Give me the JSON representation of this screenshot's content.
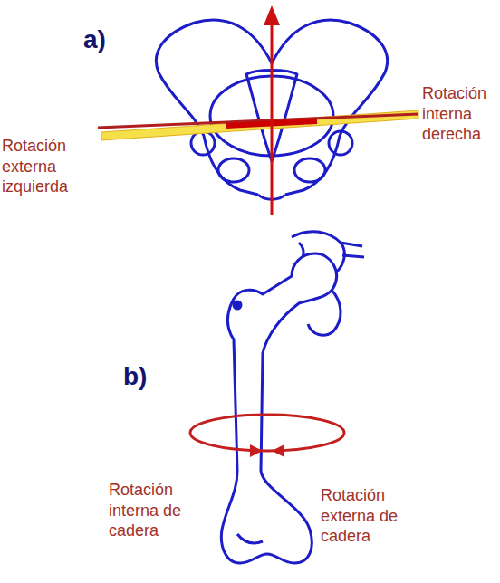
{
  "diagram": {
    "labels": [
      "a)",
      "Rotación externa izquierda",
      "Rotación interna derecha",
      "b)",
      "Rotación interna de cadera",
      "Rotación externa de cadera"
    ]
  }
}
